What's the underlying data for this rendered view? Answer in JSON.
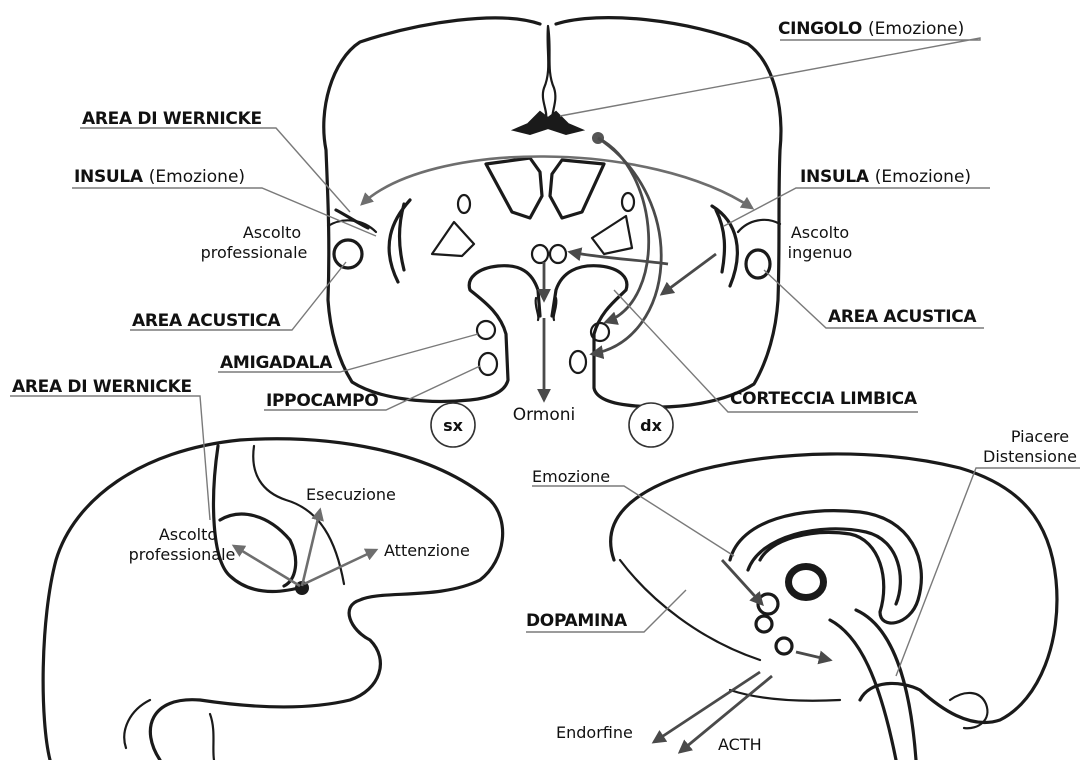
{
  "labels": {
    "cingolo": "CINGOLO",
    "cingolo_sub": "(Emozione)",
    "area_wernicke_top": "AREA DI WERNICKE",
    "insula_left": "INSULA",
    "insula_left_sub": "(Emozione)",
    "insula_right": "INSULA",
    "insula_right_sub": "(Emozione)",
    "ascolto_prof_top_1": "Ascolto",
    "ascolto_prof_top_2": "professionale",
    "ascolto_ingenuo_1": "Ascolto",
    "ascolto_ingenuo_2": "ingenuo",
    "area_acustica_left": "AREA ACUSTICA",
    "area_acustica_right": "AREA ACUSTICA",
    "amigadala": "AMIGADALA",
    "ippocampo": "IPPOCAMPO",
    "corteccia_limbica": "CORTECCIA LIMBICA",
    "ormoni": "Ormoni",
    "sx": "sx",
    "dx": "dx",
    "area_wernicke_bottom": "AREA DI WERNICKE",
    "esecuzione": "Esecuzione",
    "ascolto_prof_bottom_1": "Ascolto",
    "ascolto_prof_bottom_2": "professionale",
    "attenzione": "Attenzione",
    "emozione": "Emozione",
    "piacere": "Piacere",
    "distensione": "Distensione",
    "dopamina": "DOPAMINA",
    "endorfine": "Endorfine",
    "acth": "ACTH"
  },
  "colors": {
    "ink": "#1a1a1a",
    "arrow_gray": "#6e6e6e",
    "arrow_dark": "#4a4a4a",
    "leader": "#7a7a7a"
  }
}
